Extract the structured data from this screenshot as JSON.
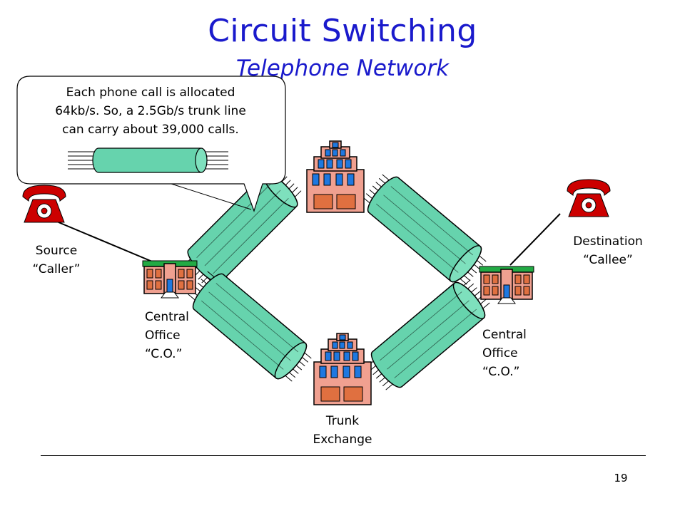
{
  "slide": {
    "title": "Circuit Switching",
    "subtitle": "Telephone Network",
    "page_number": "19"
  },
  "callout": {
    "lines": [
      "Each phone call is allocated",
      "64kb/s. So, a 2.5Gb/s trunk line",
      "can carry about 39,000 calls."
    ]
  },
  "labels": {
    "source": [
      "Source",
      "“Caller”"
    ],
    "destination": [
      "Destination",
      "“Callee”"
    ],
    "co_left": [
      "Central",
      "Office",
      "“C.O.”"
    ],
    "co_right": [
      "Central",
      "Office",
      "“C.O.”"
    ],
    "trunk_exchange": [
      "Trunk",
      "Exchange"
    ]
  },
  "icons": [
    "telephone-icon",
    "central-office-building-icon",
    "trunk-exchange-building-icon",
    "trunk-cable-icon"
  ],
  "colors": {
    "title": "#1a1acc",
    "phone": "#cc0000",
    "cable": "#66d3ad",
    "building": "#f0a090",
    "window": "#1e78e0",
    "door": "#e07040",
    "roof": "#22aa44"
  }
}
